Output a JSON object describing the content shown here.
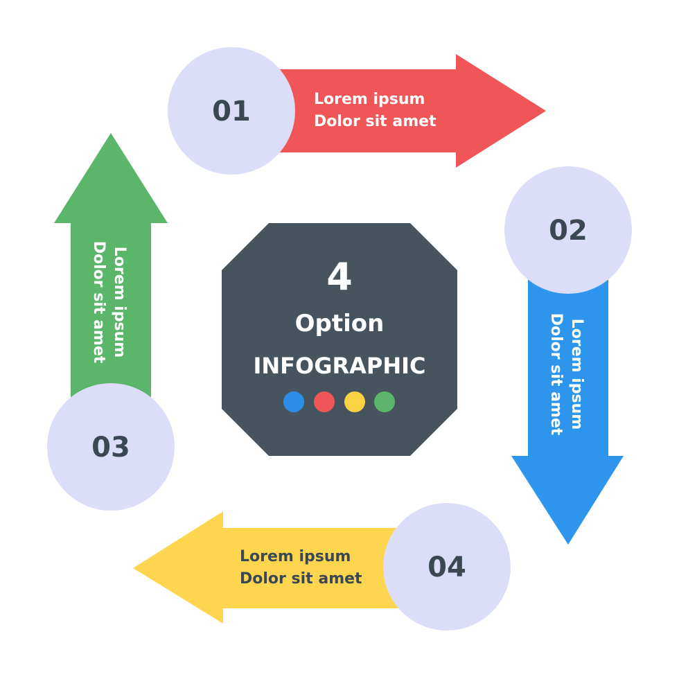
{
  "center": {
    "number": "4",
    "line1": "Option",
    "line2": "INFOGRAPHIC",
    "bg_color": "#47545e",
    "text_color": "#ffffff",
    "dots": [
      "#2d8ee8",
      "#f05657",
      "#fbd343",
      "#5bb56a"
    ]
  },
  "circle_color": "#dcddf8",
  "number_color": "#3b4752",
  "steps": [
    {
      "number": "01",
      "line1": "Lorem ipsum",
      "line2": "Dolor sit amet",
      "color": "#f05657",
      "text_color": "#ffffff",
      "direction": "right"
    },
    {
      "number": "02",
      "line1": "Lorem ipsum",
      "line2": "Dolor sit amet",
      "color": "#2d96ec",
      "text_color": "#ffffff",
      "direction": "down"
    },
    {
      "number": "03",
      "line1": "Lorem ipsum",
      "line2": "Dolor sit amet",
      "color": "#5bb56a",
      "text_color": "#ffffff",
      "direction": "up"
    },
    {
      "number": "04",
      "line1": "Lorem ipsum",
      "line2": "Dolor sit amet",
      "color": "#fdd54f",
      "text_color": "#3b4752",
      "direction": "left"
    }
  ]
}
